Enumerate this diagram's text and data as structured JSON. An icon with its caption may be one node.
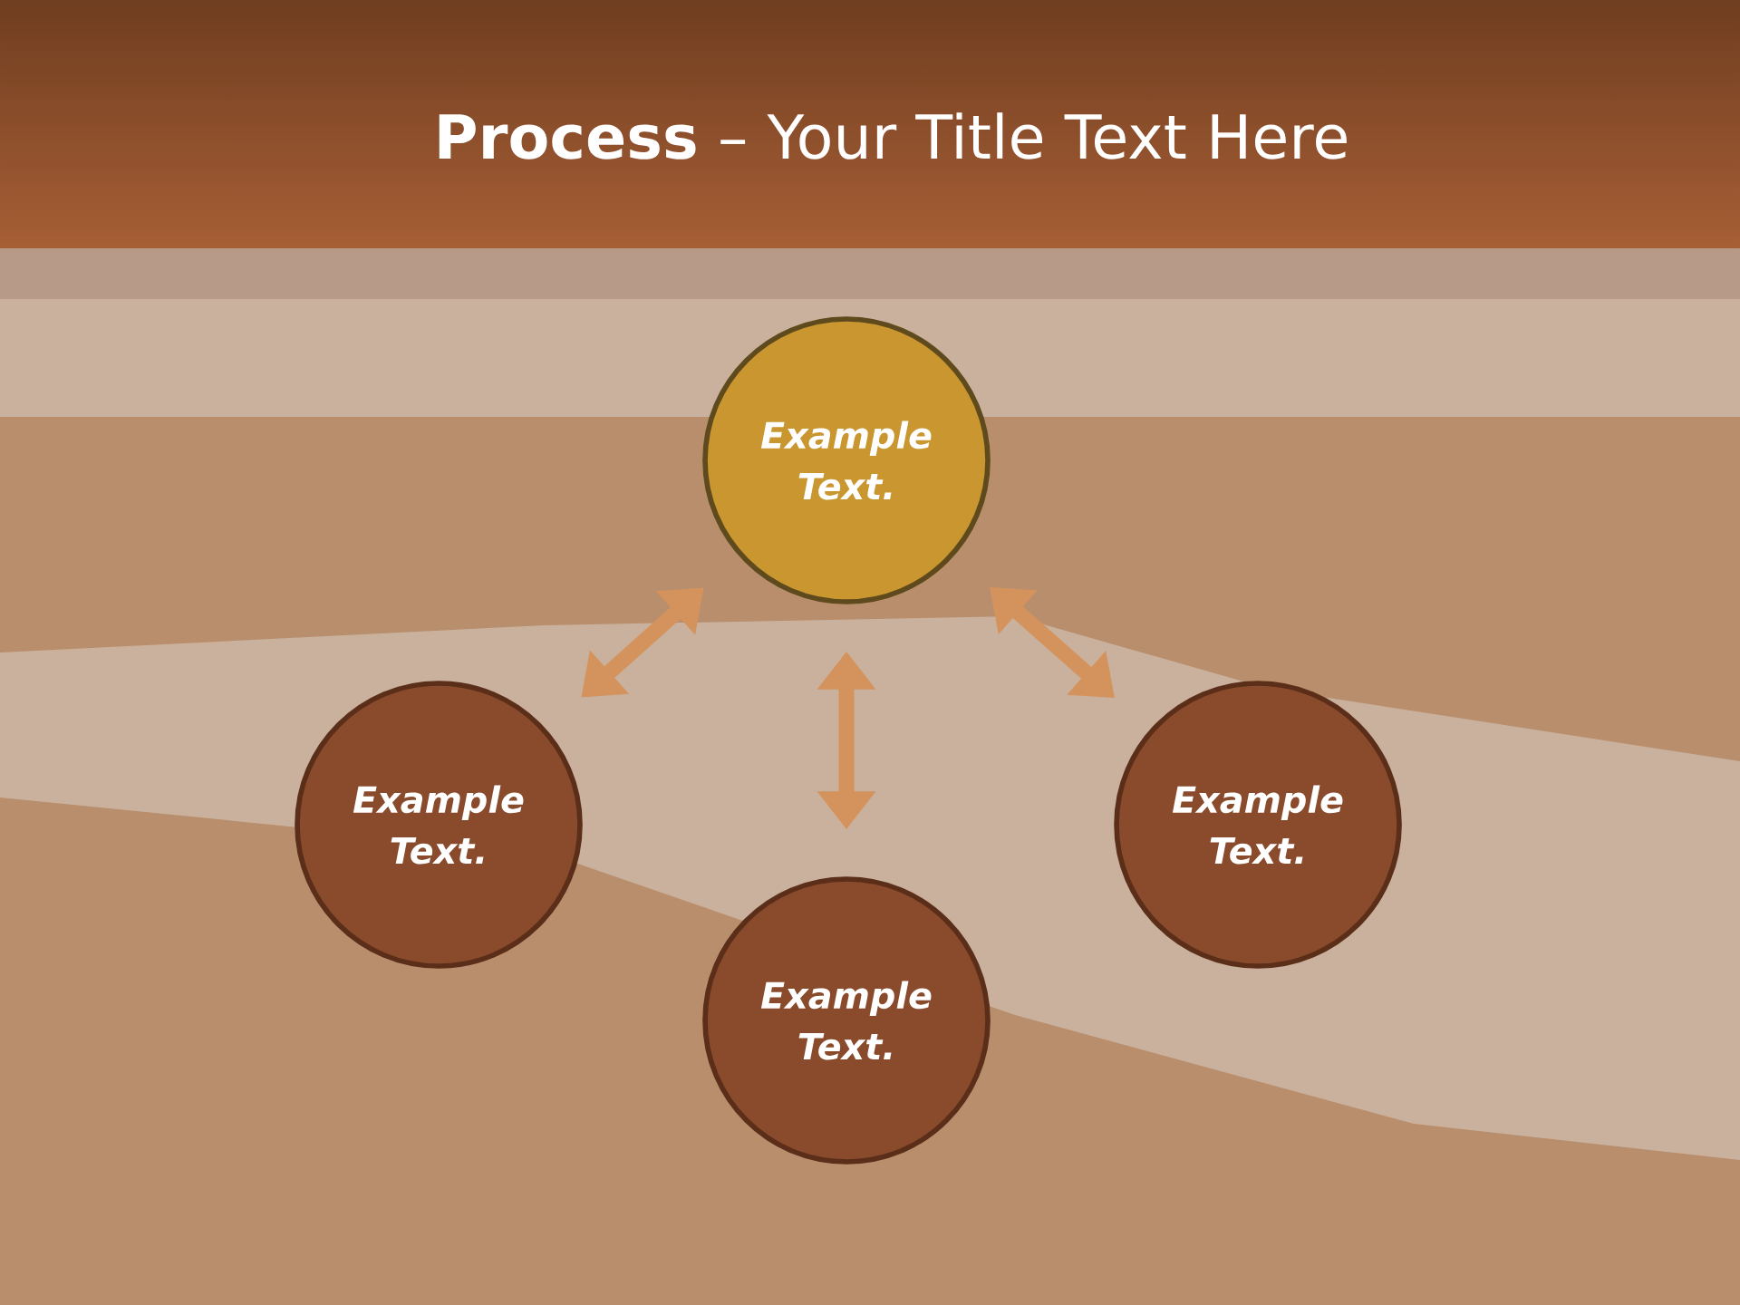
{
  "diagram": {
    "title": "**Process** – Your Title Text Here",
    "nodes": [
      {
        "text": [
          "Example Text."
        ]
      },
      {
        "text": [
          "Example Text."
        ]
      },
      {
        "text": [
          "Example Text."
        ]
      },
      {
        "text": [
          "Example Text."
        ]
      }
    ],
    "edges": [
      {
        "from": 1,
        "to": 0,
        "arrow": "both"
      },
      {
        "from": 2,
        "to": 0,
        "arrow": "both"
      },
      {
        "from": 3,
        "to": 0,
        "arrow": "both"
      }
    ]
  }
}
